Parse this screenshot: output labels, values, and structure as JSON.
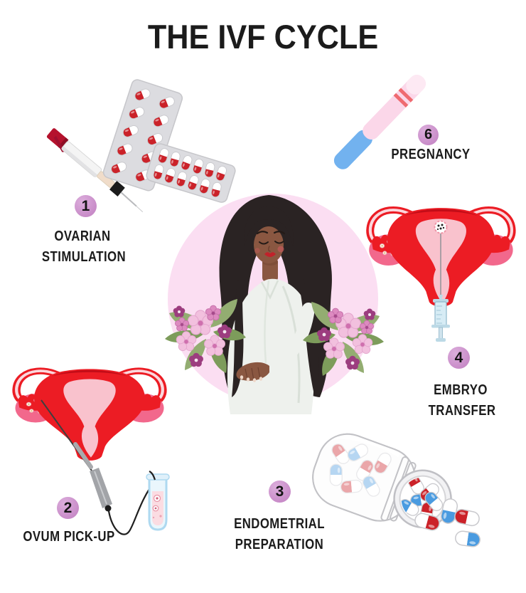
{
  "title": "THE IVF CYCLE",
  "steps": {
    "ovarian_stimulation": {
      "number": "1",
      "line1": "OVARIAN",
      "line2": "STIMULATION"
    },
    "ovum_pick_up": {
      "number": "2",
      "line1": "OVUM PICK-UP"
    },
    "endometrial_preparation": {
      "number": "3",
      "line1": "ENDOMETRIAL",
      "line2": "PREPARATION"
    },
    "embryo_transfer": {
      "number": "4",
      "line1": "EMBRYO",
      "line2": "TRANSFER"
    },
    "pregnancy": {
      "number": "6",
      "line1": "PREGNANCY"
    }
  },
  "illustrations": {
    "step1": "injection-pen-and-pill-blister-packs",
    "step2": "uterus-with-aspiration-needle-and-test-tube",
    "step3": "spilled-pill-jar-with-capsules",
    "step4": "uterus-with-embryo-and-transfer-syringe",
    "step6": "pregnancy-test-two-stripes",
    "center": "pregnant-woman-with-flowers"
  },
  "colors": {
    "badge": "#c88bc8",
    "text": "#1b1b1b",
    "uterus_red": "#ec1c24",
    "uterus_dark_red": "#c30d18",
    "uterus_inner_pink": "#f9c2cd",
    "ovary_pink": "#f2688c",
    "center_circle_pink": "#fbdef2",
    "skin": "#8a5741",
    "hair": "#2a2323",
    "dress": "#eef1ed",
    "leaf_green": "#93ad71",
    "flower_light_pink": "#f2c0de",
    "flower_mid_pink": "#dd8ac0",
    "flower_magenta": "#9c3d7f",
    "test_pink": "#fbd7e9",
    "test_blue": "#72b2ef",
    "stripe_red": "#ef6a70",
    "capsule_red": "#cb2229",
    "capsule_blue": "#4a9be0",
    "blister_grey": "#dcdce0",
    "pen_cap_red": "#b5122d",
    "syringe_blue": "#cfe8f2",
    "cable_black": "#1f1f1f"
  }
}
